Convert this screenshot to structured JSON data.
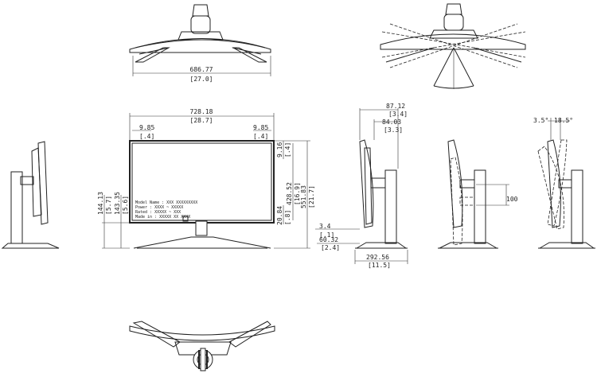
{
  "top_view": {
    "width_mm": "686.77",
    "width_in": "[27.0]"
  },
  "front_view": {
    "width_mm": "728.18",
    "width_in": "[28.7]",
    "bezel_left_mm": "9.85",
    "bezel_left_in": "[.4]",
    "bezel_right_mm": "9.85",
    "bezel_right_in": "[.4]",
    "bezel_top_mm": "9.16",
    "bezel_top_in": "[.4]",
    "screen_h_mm": "428.52",
    "screen_h_in": "[16.9]",
    "total_h_mm": "551.83",
    "total_h_in": "[21.7]",
    "bottom_bezel_mm": "20.84",
    "bottom_bezel_in": "[.8]",
    "stand_h1_mm": "144.13",
    "stand_h1_in": "[5.7]",
    "stand_h2_mm": "143.35",
    "stand_h2_in": "[5.6]",
    "label_lines": [
      "Model Name : XXX XXXXXXXXX",
      "Power : XXXX ~ XXXXX",
      "Rated : XXXXX ~ XXX",
      "Made in : XXXXX XX XXXX"
    ]
  },
  "side_view": {
    "depth_panel_mm": "87.12",
    "depth_panel_in": "[3.4]",
    "depth_panel2_mm": "84.03",
    "depth_panel2_in": "[3.3]",
    "bottom_gap_mm": "3.4",
    "bottom_gap_in": "[.1]",
    "offset_mm": "60.32",
    "offset_in": "[2.4]",
    "base_depth_mm": "292.56",
    "base_depth_in": "[11.5]"
  },
  "height_adjust_view": {
    "range_mm": "100"
  },
  "tilt_view": {
    "tilt_forward": "3.5°",
    "tilt_back": "18.5°"
  }
}
